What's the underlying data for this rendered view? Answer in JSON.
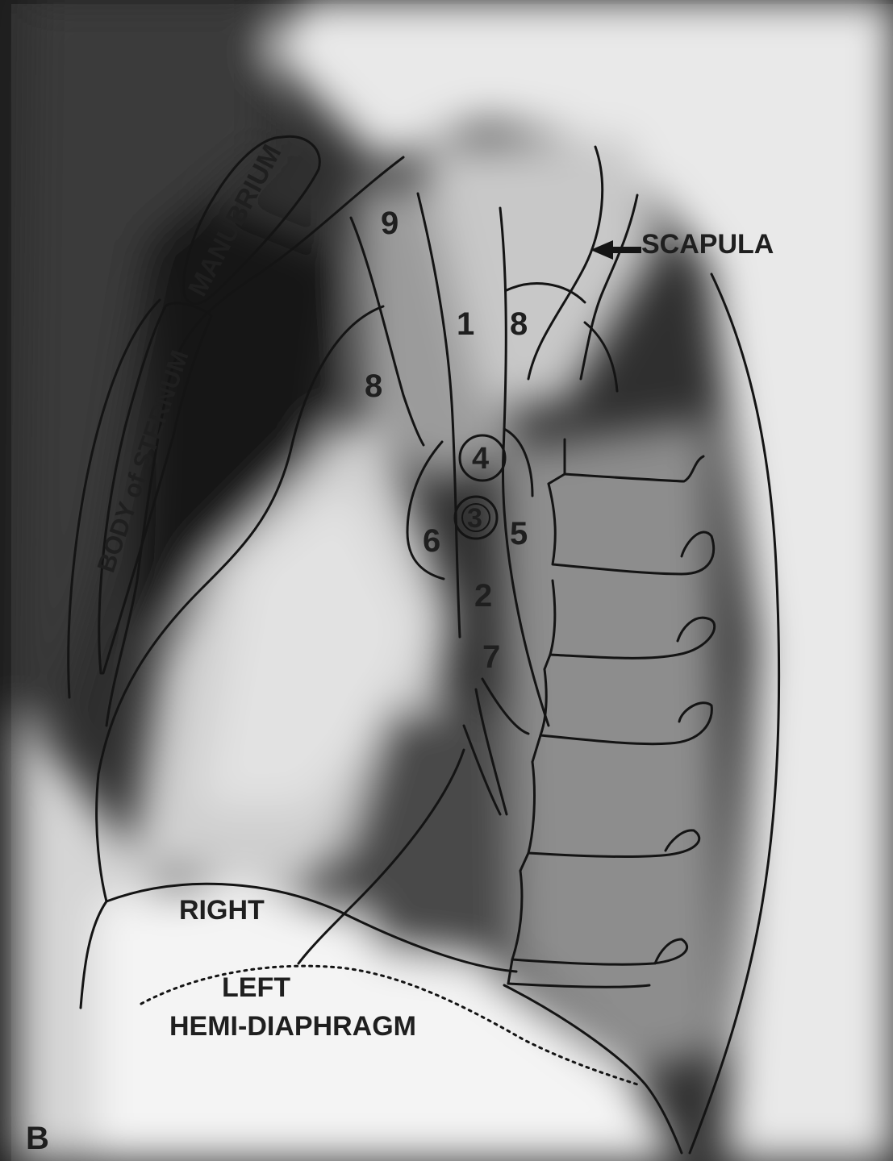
{
  "figure": {
    "panel_letter": "B",
    "labels": {
      "manubrium": "MANUBRIUM",
      "body_of_sternum": "BODY of STERNUM",
      "scapula": "SCAPULA",
      "right": "RIGHT",
      "left": "LEFT",
      "hemi_diaphragm": "HEMI-DIAPHRAGM"
    },
    "numbers": {
      "n9": "9",
      "n1": "1",
      "n8_upper": "8",
      "n8_left": "8",
      "n4": "4",
      "n3": "3",
      "n5": "5",
      "n6": "6",
      "n2": "2",
      "n7": "7"
    },
    "colors": {
      "ink": "#141414",
      "film_dark": "#1c1c1c",
      "film_light": "#f2f2f2",
      "label_bubble": "#dedede"
    }
  }
}
